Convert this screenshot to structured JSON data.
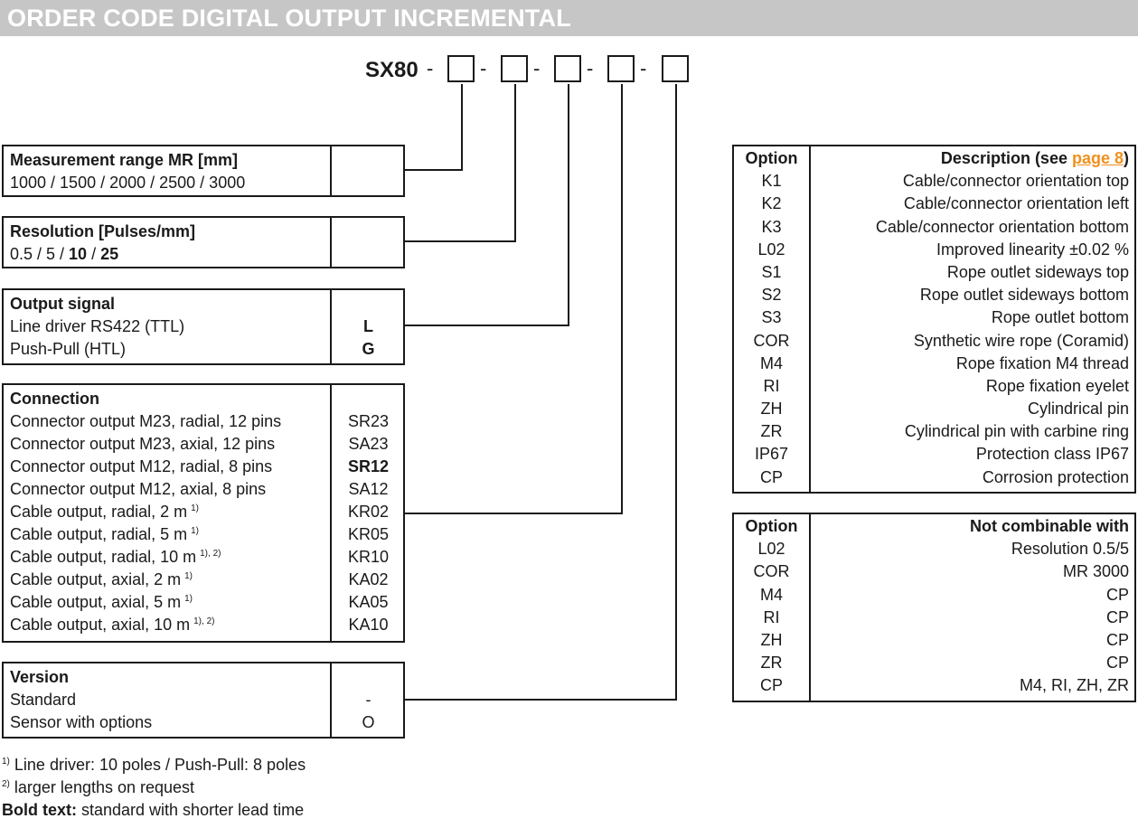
{
  "title": "ORDER CODE DIGITAL OUTPUT INCREMENTAL",
  "order_code": {
    "prefix": "SX80",
    "separator": "-"
  },
  "sections": {
    "measurement": {
      "heading": "Measurement range MR [mm]",
      "line": "1000 / 1500 / 2000 / 2500 / 3000"
    },
    "resolution": {
      "heading": "Resolution [Pulses/mm]",
      "p1": "0.5 / 5 / ",
      "b1": "10",
      "p2": " / ",
      "b2": "25"
    },
    "output": {
      "heading": "Output signal",
      "rows": [
        {
          "label": "Line driver RS422 (TTL)",
          "code": "L"
        },
        {
          "label": "Push-Pull (HTL)",
          "code": "G"
        }
      ]
    },
    "connection": {
      "heading": "Connection",
      "rows": [
        {
          "label": "Connector output M23, radial, 12 pins",
          "sup": "",
          "code": "SR23"
        },
        {
          "label": "Connector output M23, axial, 12 pins",
          "sup": "",
          "code": "SA23"
        },
        {
          "label": "Connector output M12, radial, 8 pins",
          "sup": "",
          "code": "SR12"
        },
        {
          "label": "Connector output M12, axial, 8 pins",
          "sup": "",
          "code": "SA12"
        },
        {
          "label": "Cable output, radial, 2 m",
          "sup": "1)",
          "code": "KR02"
        },
        {
          "label": "Cable output, radial, 5 m",
          "sup": "1)",
          "code": "KR05"
        },
        {
          "label": "Cable output, radial, 10 m",
          "sup": "1), 2)",
          "code": "KR10"
        },
        {
          "label": "Cable output, axial, 2 m",
          "sup": "1)",
          "code": "KA02"
        },
        {
          "label": "Cable output, axial, 5 m",
          "sup": "1)",
          "code": "KA05"
        },
        {
          "label": "Cable output, axial, 10 m",
          "sup": "1), 2)",
          "code": "KA10"
        }
      ]
    },
    "version": {
      "heading": "Version",
      "rows": [
        {
          "label": "Standard",
          "code": "-"
        },
        {
          "label": "Sensor with options",
          "code": "O"
        }
      ]
    }
  },
  "options_table": {
    "header_option": "Option",
    "header_desc": "Description (see ",
    "header_link": "page 8",
    "header_close": ")",
    "rows": [
      {
        "option": "K1",
        "desc": "Cable/connector orientation top"
      },
      {
        "option": "K2",
        "desc": "Cable/connector orientation left"
      },
      {
        "option": "K3",
        "desc": "Cable/connector orientation bottom"
      },
      {
        "option": "L02",
        "desc": "Improved linearity ±0.02 %"
      },
      {
        "option": "S1",
        "desc": "Rope outlet sideways top"
      },
      {
        "option": "S2",
        "desc": "Rope outlet sideways bottom"
      },
      {
        "option": "S3",
        "desc": "Rope outlet bottom"
      },
      {
        "option": "COR",
        "desc": "Synthetic wire rope (Coramid)"
      },
      {
        "option": "M4",
        "desc": "Rope fixation M4 thread"
      },
      {
        "option": "RI",
        "desc": "Rope fixation eyelet"
      },
      {
        "option": "ZH",
        "desc": "Cylindrical pin"
      },
      {
        "option": "ZR",
        "desc": "Cylindrical pin with carbine ring"
      },
      {
        "option": "IP67",
        "desc": "Protection class IP67"
      },
      {
        "option": "CP",
        "desc": "Corrosion protection"
      }
    ]
  },
  "combinable_table": {
    "header_option": "Option",
    "header_desc": "Not combinable with",
    "rows": [
      {
        "option": "L02",
        "desc": "Resolution 0.5/5"
      },
      {
        "option": "COR",
        "desc": "MR 3000"
      },
      {
        "option": "M4",
        "desc": "CP"
      },
      {
        "option": "RI",
        "desc": "CP"
      },
      {
        "option": "ZH",
        "desc": "CP"
      },
      {
        "option": "ZR",
        "desc": "CP"
      },
      {
        "option": "CP",
        "desc": "M4, RI, ZH, ZR"
      }
    ]
  },
  "footnotes": {
    "n1_sup": "1)",
    "n1": " Line driver: 10 poles / Push-Pull: 8 poles",
    "n2_sup": "2)",
    "n2": " larger lengths on request",
    "n3_bold": "Bold text:",
    "n3": " standard with shorter lead time"
  }
}
